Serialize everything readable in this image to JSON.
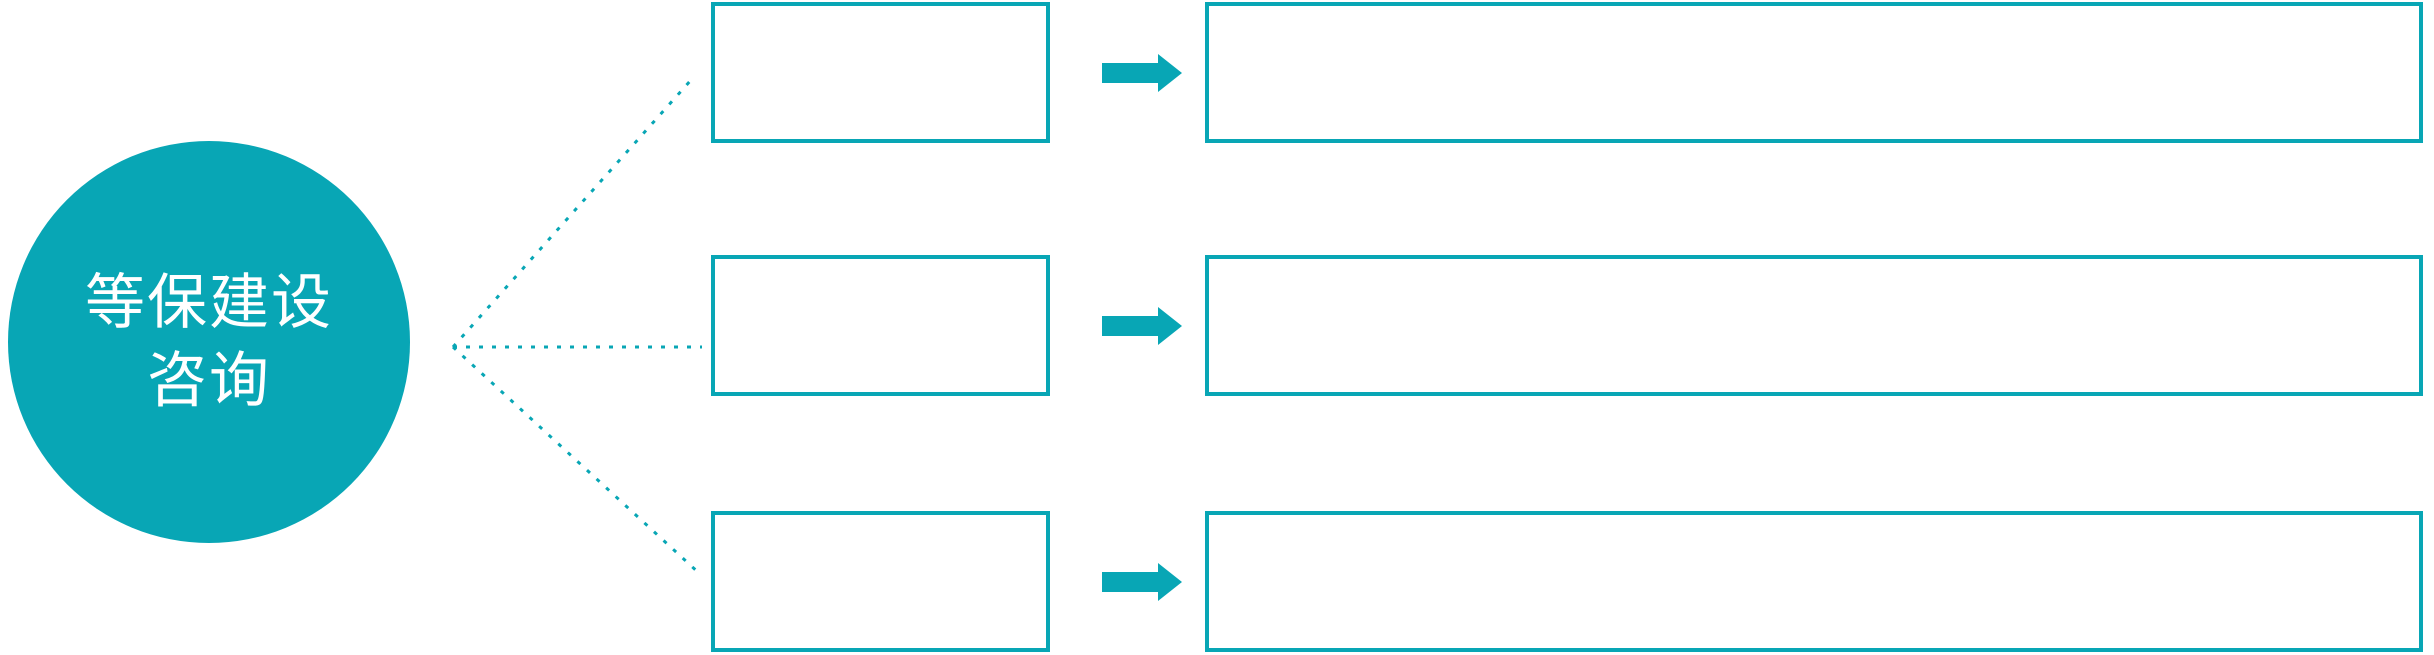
{
  "colors": {
    "accent": "#08a6b5",
    "background": "#ffffff",
    "text_on_accent": "#ffffff"
  },
  "hub": {
    "label_line1": "等保建设",
    "label_line2": "咨询"
  },
  "connectors": {
    "style": "dotted",
    "count": 3
  },
  "icons": {
    "connector_arrow": "right-arrow"
  },
  "rows": [
    {
      "step_label": "",
      "detail_label": ""
    },
    {
      "step_label": "",
      "detail_label": ""
    },
    {
      "step_label": "",
      "detail_label": ""
    }
  ]
}
